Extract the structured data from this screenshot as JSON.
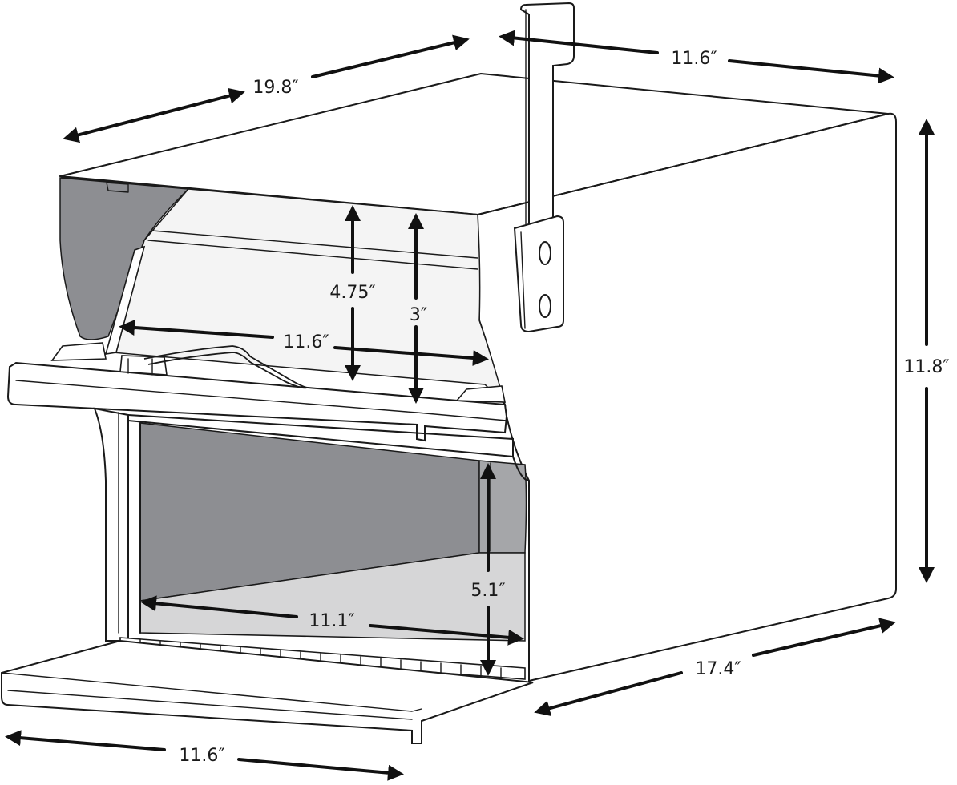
{
  "colors": {
    "outline": "#1a1a1a",
    "arrow": "#111111",
    "interior_dark": "#8d8e92",
    "interior_light": "#d6d6d7",
    "interior_mid": "#c8c8ca",
    "background": "#ffffff"
  },
  "dimensions": {
    "top_depth": "19.8″",
    "top_width": "11.6″",
    "height": "11.8″",
    "upper_opening_height": "4.75″",
    "upper_inner_height": "3″",
    "upper_width": "11.6″",
    "lower_height": "5.1″",
    "lower_width": "11.1″",
    "bottom_depth": "17.4″",
    "door_width": "11.6″"
  }
}
